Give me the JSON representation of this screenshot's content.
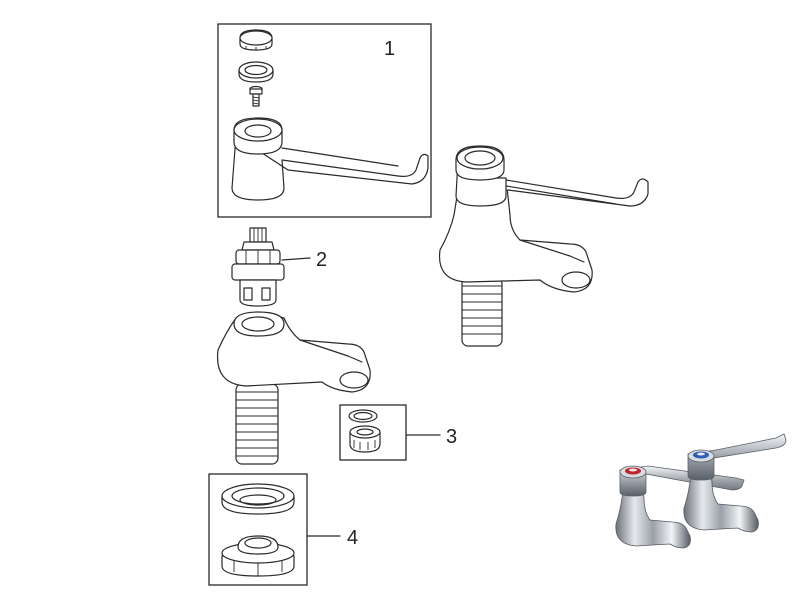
{
  "callouts": {
    "part_1": "1",
    "part_2": "2",
    "part_3": "3",
    "part_4": "4"
  },
  "icons": [
    "lever-tap-handle-icon",
    "tap-cartridge-icon",
    "tap-body-icon",
    "assembled-tap-icon",
    "flow-insert-icon",
    "backnut-washer-icon",
    "tap-pair-photo-icon"
  ],
  "colors": {
    "line": "#2a2a2a",
    "background": "#ffffff",
    "chrome_dark": "#555b63",
    "chrome_light": "#e6e9ec",
    "hot_indicator": "#c0262d",
    "cold_indicator": "#2b5fb8"
  }
}
